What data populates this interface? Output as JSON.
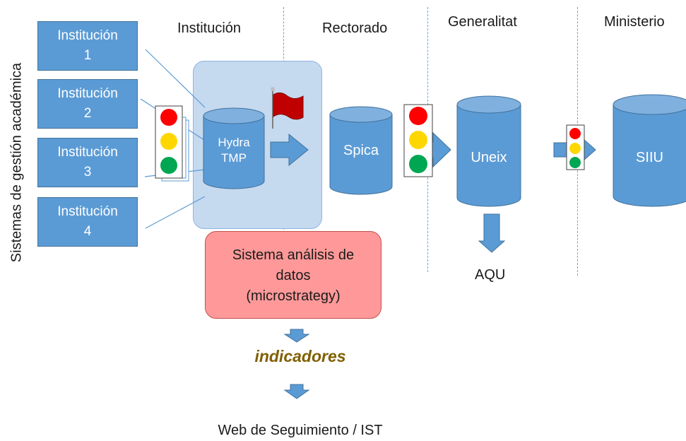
{
  "side_label": "Sistemas de gestión académica",
  "institutions": [
    {
      "name": "Institución",
      "number": "1"
    },
    {
      "name": "Institución",
      "number": "2"
    },
    {
      "name": "Institución",
      "number": "3"
    },
    {
      "name": "Institución",
      "number": "4"
    }
  ],
  "columns": {
    "institucion": "Institución",
    "rectorado": "Rectorado",
    "generalitat": "Generalitat",
    "ministerio": "Ministerio"
  },
  "databases": {
    "hydra_line1": "Hydra",
    "hydra_line2": "TMP",
    "spica": "Spica",
    "uneix": "Uneix",
    "siiu": "SIIU"
  },
  "analysis": {
    "line1": "Sistema análisis de",
    "line2": "datos",
    "line3": "(microstrategy)"
  },
  "aqu": "AQU",
  "indicadores": "indicadores",
  "web": "Web de Seguimiento / IST",
  "colors": {
    "box_fill": "#5b9bd5",
    "box_border": "#41719c",
    "highlight": "#c5d9ef",
    "analysis_fill": "#ff9999",
    "indicadores_text": "#7f6000",
    "light_red": "#ff0000",
    "light_yellow": "#ffd700",
    "light_green": "#00a651"
  }
}
